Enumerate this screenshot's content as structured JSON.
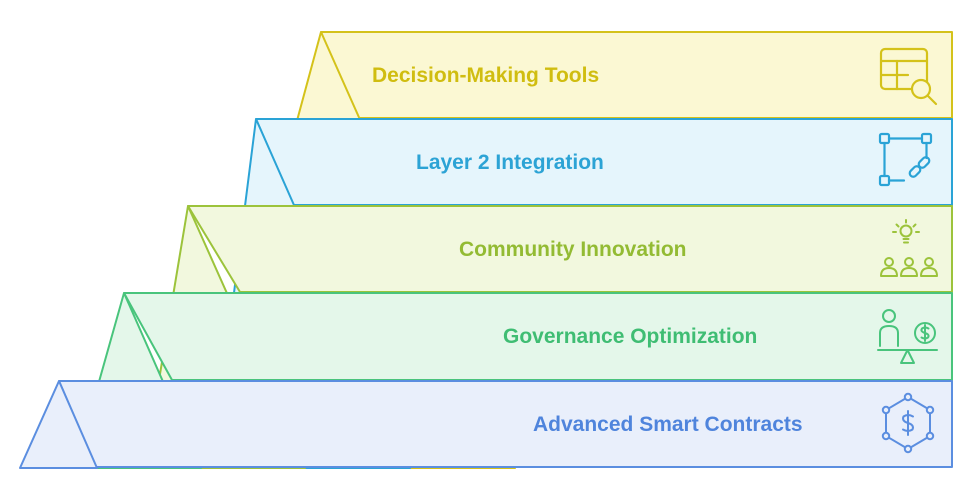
{
  "layers": [
    {
      "label": "Decision-Making Tools",
      "icon": "table-search-icon",
      "stroke": "#d4c21a",
      "fill": "#fbf8d3",
      "text_color": "#d0bd10"
    },
    {
      "label": "Layer 2 Integration",
      "icon": "link-nodes-icon",
      "stroke": "#2aa3d6",
      "fill": "#e5f5fc",
      "text_color": "#2ca3d5"
    },
    {
      "label": "Community Innovation",
      "icon": "community-idea-icon",
      "stroke": "#9cc33b",
      "fill": "#f2f8de",
      "text_color": "#93bb33"
    },
    {
      "label": "Governance Optimization",
      "icon": "balance-person-money-icon",
      "stroke": "#49c47c",
      "fill": "#e4f7ea",
      "text_color": "#3fbd73"
    },
    {
      "label": "Advanced Smart Contracts",
      "icon": "smart-contract-icon",
      "stroke": "#5b8ee0",
      "fill": "#e9effb",
      "text_color": "#4f84dc"
    }
  ]
}
